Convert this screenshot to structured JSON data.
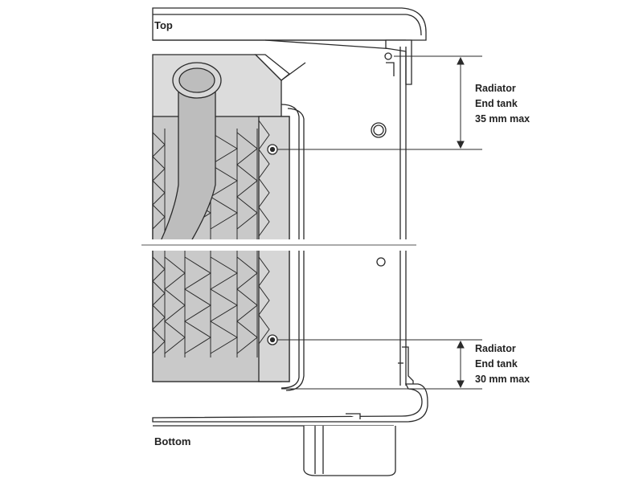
{
  "labels": {
    "top": "Top",
    "bottom": "Bottom"
  },
  "annotations": [
    {
      "line1": "Radiator",
      "line2": "End tank",
      "line3": "35 mm max"
    },
    {
      "line1": "Radiator",
      "line2": "End tank",
      "line3": "30 mm max"
    }
  ],
  "colors": {
    "stroke": "#2a2a2a",
    "radiator_fill": "#dcdcdc",
    "tank_fill": "#c9c9c9",
    "tube_fill": "#bdbdbd",
    "case_fill": "#ffffff"
  }
}
